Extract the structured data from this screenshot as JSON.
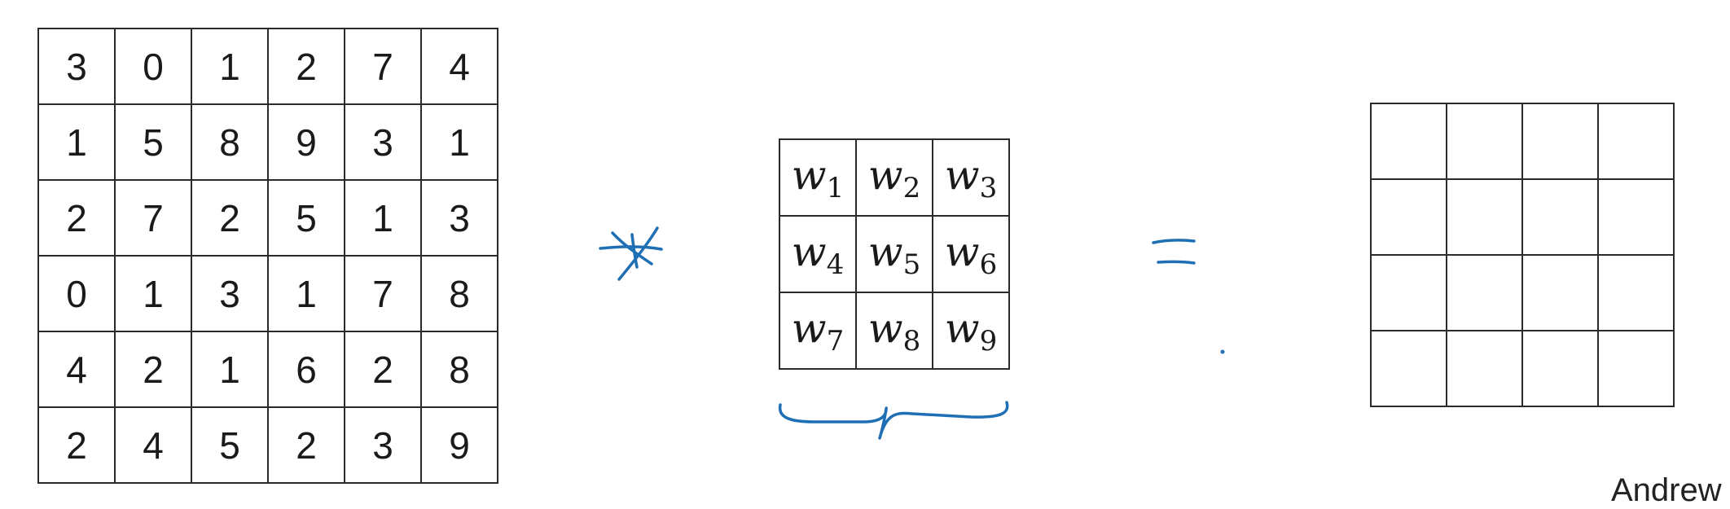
{
  "input_matrix": [
    [
      "3",
      "0",
      "1",
      "2",
      "7",
      "4"
    ],
    [
      "1",
      "5",
      "8",
      "9",
      "3",
      "1"
    ],
    [
      "2",
      "7",
      "2",
      "5",
      "1",
      "3"
    ],
    [
      "0",
      "1",
      "3",
      "1",
      "7",
      "8"
    ],
    [
      "4",
      "2",
      "1",
      "6",
      "2",
      "8"
    ],
    [
      "2",
      "4",
      "5",
      "2",
      "3",
      "9"
    ]
  ],
  "filter_matrix": [
    [
      {
        "base": "w",
        "sub": "1"
      },
      {
        "base": "w",
        "sub": "2"
      },
      {
        "base": "w",
        "sub": "3"
      }
    ],
    [
      {
        "base": "w",
        "sub": "4"
      },
      {
        "base": "w",
        "sub": "5"
      },
      {
        "base": "w",
        "sub": "6"
      }
    ],
    [
      {
        "base": "w",
        "sub": "7"
      },
      {
        "base": "w",
        "sub": "8"
      },
      {
        "base": "w",
        "sub": "9"
      }
    ]
  ],
  "output_matrix": {
    "rows": 4,
    "cols": 4
  },
  "annotation_color": "#1f6fb5",
  "author_text": "Andrew"
}
